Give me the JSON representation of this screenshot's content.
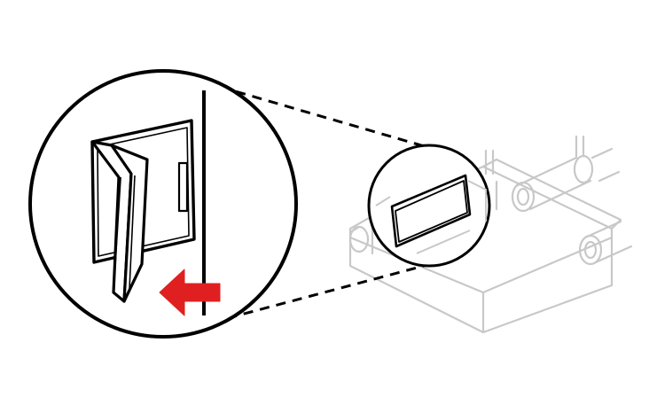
{
  "figure": {
    "kind": "maintenance-illustration",
    "subject": "filter-access-panel-removal",
    "callout_count": 1,
    "direction_hint": "left"
  },
  "colors": {
    "ink": "#000000",
    "ghost_unit": "#c8c8c8",
    "arrow": "#e02020",
    "background": "#ffffff"
  },
  "icons": {
    "arrow": "arrow-left-icon",
    "unit": "ventilation-unit-icon"
  }
}
